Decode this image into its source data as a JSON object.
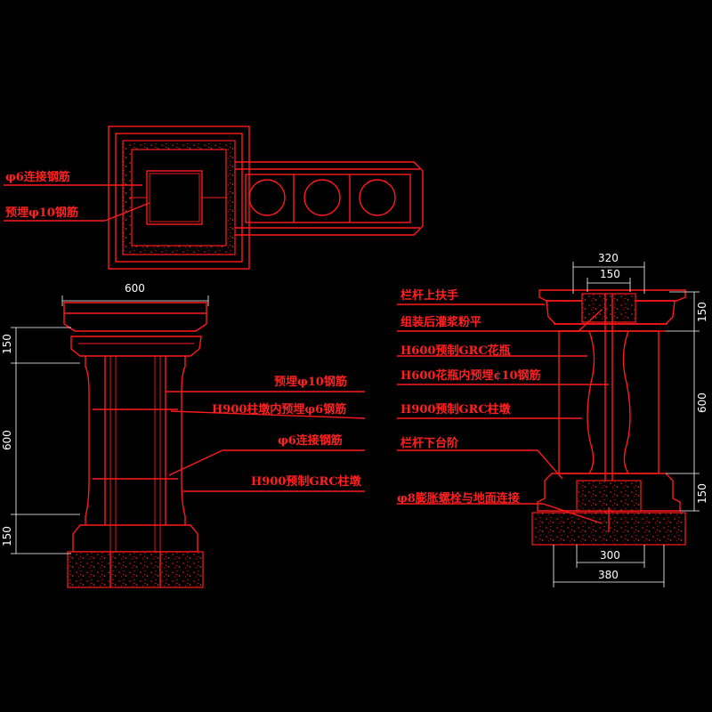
{
  "plan_view": {
    "labels": [
      "φ6连接钢筋",
      "预埋φ10钢筋"
    ]
  },
  "front_elevation": {
    "top_width": "600",
    "dims_left": [
      "150",
      "600",
      "150"
    ],
    "labels": [
      "预埋φ10钢筋",
      "H900柱墩内预埋φ6钢筋",
      "φ6连接钢筋",
      "H900预制GRC柱墩"
    ]
  },
  "section_view": {
    "dims_top": [
      "320",
      "150"
    ],
    "dims_right": [
      "150",
      "600",
      "150"
    ],
    "dims_bottom": [
      "300",
      "380"
    ],
    "labels": [
      "栏杆上扶手",
      "组装后灌浆粉平",
      "H600预制GRC花瓶",
      "H600花瓶内预埋¢10钢筋",
      "H900预制GRC柱墩",
      "栏杆下台阶",
      "φ8膨胀螺栓与地面连接"
    ]
  },
  "colors": {
    "line": "#ff1a1a",
    "dimension": "#ffffff",
    "background": "#000000"
  }
}
